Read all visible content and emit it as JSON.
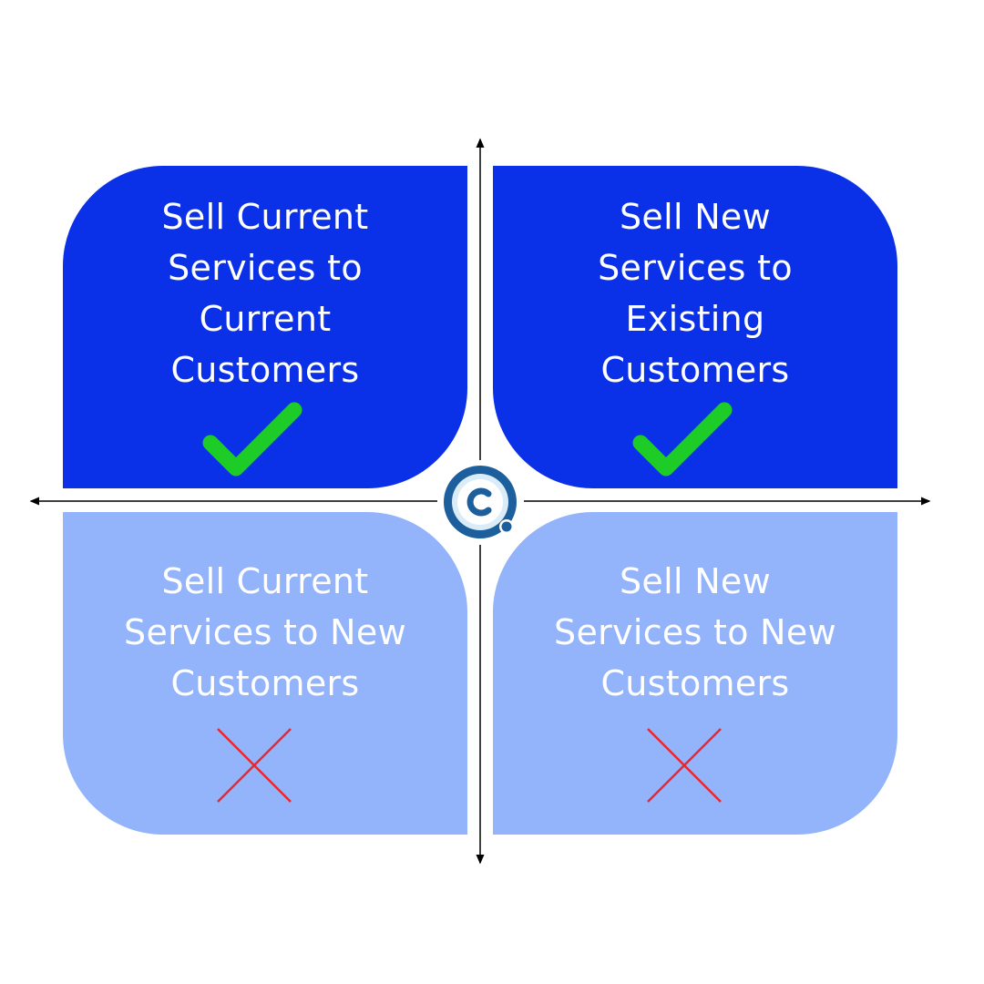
{
  "colors": {
    "top_quadrant": "#0a31e8",
    "bottom_quadrant": "#93b4fb",
    "check": "#1ecc28",
    "cross": "#e8282e",
    "axis": "#000000",
    "logo_ring": "#1c5f9c",
    "logo_inner": "#d9ecf7"
  },
  "quadrants": {
    "top_left": {
      "lines": [
        "Sell Current",
        "Services to",
        "Current",
        "Customers"
      ],
      "status_icon": "check-icon"
    },
    "top_right": {
      "lines": [
        "Sell New",
        "Services to",
        "Existing",
        "Customers"
      ],
      "status_icon": "check-icon"
    },
    "bottom_left": {
      "lines": [
        "Sell Current",
        "Services to New",
        "Customers"
      ],
      "status_icon": "cross-icon"
    },
    "bottom_right": {
      "lines": [
        "Sell New",
        "Services to New",
        "Customers"
      ],
      "status_icon": "cross-icon"
    }
  },
  "center_logo": {
    "letter": "C",
    "icon": "company-logo-icon"
  }
}
